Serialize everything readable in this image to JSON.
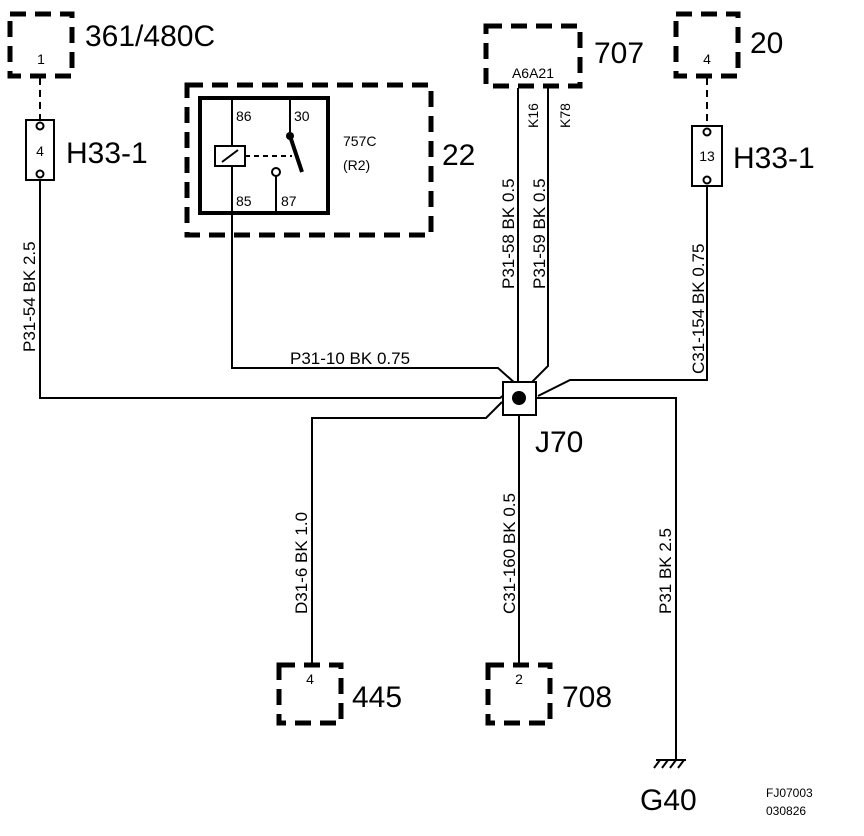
{
  "connectors": {
    "top_left": {
      "pin": "1",
      "label": "361/480C"
    },
    "top_mid": {
      "pin": "A6A21",
      "label": "707"
    },
    "top_right": {
      "pin": "4",
      "label": "20"
    },
    "bottom_left": {
      "pin": "4",
      "label": "445"
    },
    "bottom_mid": {
      "pin": "2",
      "label": "708"
    }
  },
  "inline_connectors": {
    "left": {
      "pin": "4",
      "label": "H33-1"
    },
    "right": {
      "pin": "13",
      "label": "H33-1"
    }
  },
  "relay": {
    "box_label": "22",
    "name": "757C",
    "sub": "(R2)",
    "pins": {
      "p86": "86",
      "p30": "30",
      "p85": "85",
      "p87": "87"
    }
  },
  "splice": {
    "label": "J70"
  },
  "ground": {
    "label": "G40"
  },
  "wires": {
    "w_left": "P31-54  BK  2.5",
    "w_mid": "P31-10  BK  0.75",
    "w_k16": "K16",
    "w_k78": "K78",
    "w_p58": "P31-58  BK  0.5",
    "w_p59": "P31-59  BK  0.5",
    "w_right": "C31-154  BK  0.75",
    "w_d31": "D31-6  BK  1.0",
    "w_c160": "C31-160  BK  0.5",
    "w_p31": "P31  BK  2.5"
  },
  "footer": {
    "code": "FJ07003",
    "date": "030826"
  }
}
